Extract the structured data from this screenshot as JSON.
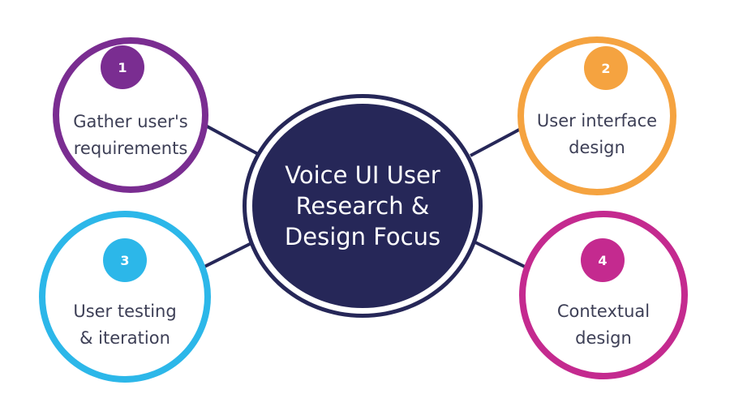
{
  "center": {
    "title": "Voice UI User\nResearch &\nDesign Focus",
    "color": "#262758"
  },
  "steps": [
    {
      "number": "1",
      "label": "Gather user's\nrequirements",
      "color": "#7a2d91"
    },
    {
      "number": "2",
      "label": "User interface\ndesign",
      "color": "#f5a340"
    },
    {
      "number": "3",
      "label": "User testing\n& iteration",
      "color": "#2cb7e9"
    },
    {
      "number": "4",
      "label": "Contextual\ndesign",
      "color": "#c42a8f"
    }
  ],
  "connector_color": "#262758"
}
